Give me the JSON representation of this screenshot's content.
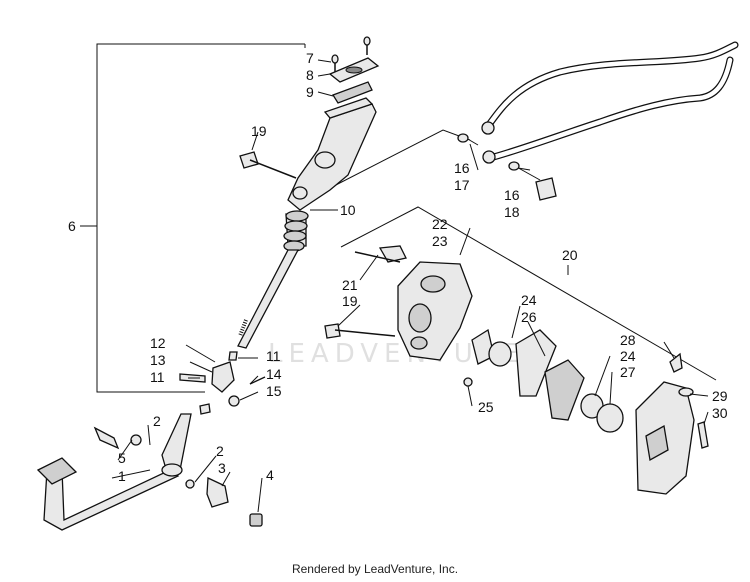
{
  "footer": "Rendered by LeadVenture, Inc.",
  "watermark": {
    "text": "LEADVENTURE"
  },
  "callouts": {
    "c1": "1",
    "c2a": "2",
    "c2b": "2",
    "c3": "3",
    "c4": "4",
    "c5": "5",
    "c6": "6",
    "c7": "7",
    "c8": "8",
    "c9": "9",
    "c10": "10",
    "c11a": "11",
    "c11b": "11",
    "c12": "12",
    "c13": "13",
    "c14": "14",
    "c15": "15",
    "c16a": "16",
    "c16b": "16",
    "c17": "17",
    "c18": "18",
    "c19a": "19",
    "c19b": "19",
    "c20": "20",
    "c21": "21",
    "c22": "22",
    "c23": "23",
    "c24a": "24",
    "c24b": "24",
    "c25": "25",
    "c26": "26",
    "c27": "27",
    "c28": "28",
    "c29": "29",
    "c30": "30"
  }
}
